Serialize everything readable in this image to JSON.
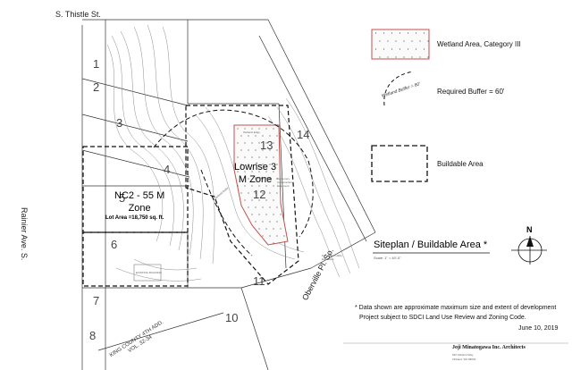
{
  "streets": {
    "thistle": "S. Thistle St.",
    "rainier": "Rainier Ave. S.",
    "oberville": "Oberville Pl. So."
  },
  "lots": [
    "1",
    "2",
    "3",
    "4",
    "5",
    "6",
    "7",
    "8",
    "10",
    "11",
    "12",
    "13",
    "14"
  ],
  "zones": {
    "nc2": {
      "name": "NC2 - 55 M",
      "suffix": "Zone",
      "lot_area": "Lot Area =18,750 sq. ft."
    },
    "lowrise": {
      "name": "Lowrise 3",
      "suffix": "M Zone"
    }
  },
  "plat_label": [
    "KING COUNTY 4TH ADD.",
    "VOL. 32-34"
  ],
  "legend": {
    "wetland": "Wetland Area, Category III",
    "buffer": "Required Buffer = 60'",
    "buffer_line_label": "Wetland Buffer = 60'",
    "buildable": "Buildable Area"
  },
  "title": "Siteplan / Buildable Area *",
  "scale": "Scale: 1\" = 40'-0\"",
  "north": "N",
  "note": {
    "line1": "* Data shown are approximate maximum size and extent of development",
    "line2": "Project subject to SDCI Land Use Review and Zoning Code.",
    "date": "June 10, 2019"
  },
  "firm": {
    "name": "Joji Minatogawa Inc. Architects",
    "address": "520 Kirkland Way",
    "contact": "Kirkland, WA 98033"
  },
  "plan_notes": {
    "temporary_easement": "Temporary Construction Easement",
    "utility_easement": "Permanent Utility Easement",
    "wetland_edge_a": "Wetland Edge",
    "wetland_edge_b": "Wetland Edge",
    "wetland_buffer": "Wetland Buffer",
    "existing_building": "EXISTING BUILDING"
  },
  "colors": {
    "wetland_border": "#c0504d",
    "line": "#333333",
    "contour": "#8c8c8c",
    "buildable": "#111111"
  }
}
